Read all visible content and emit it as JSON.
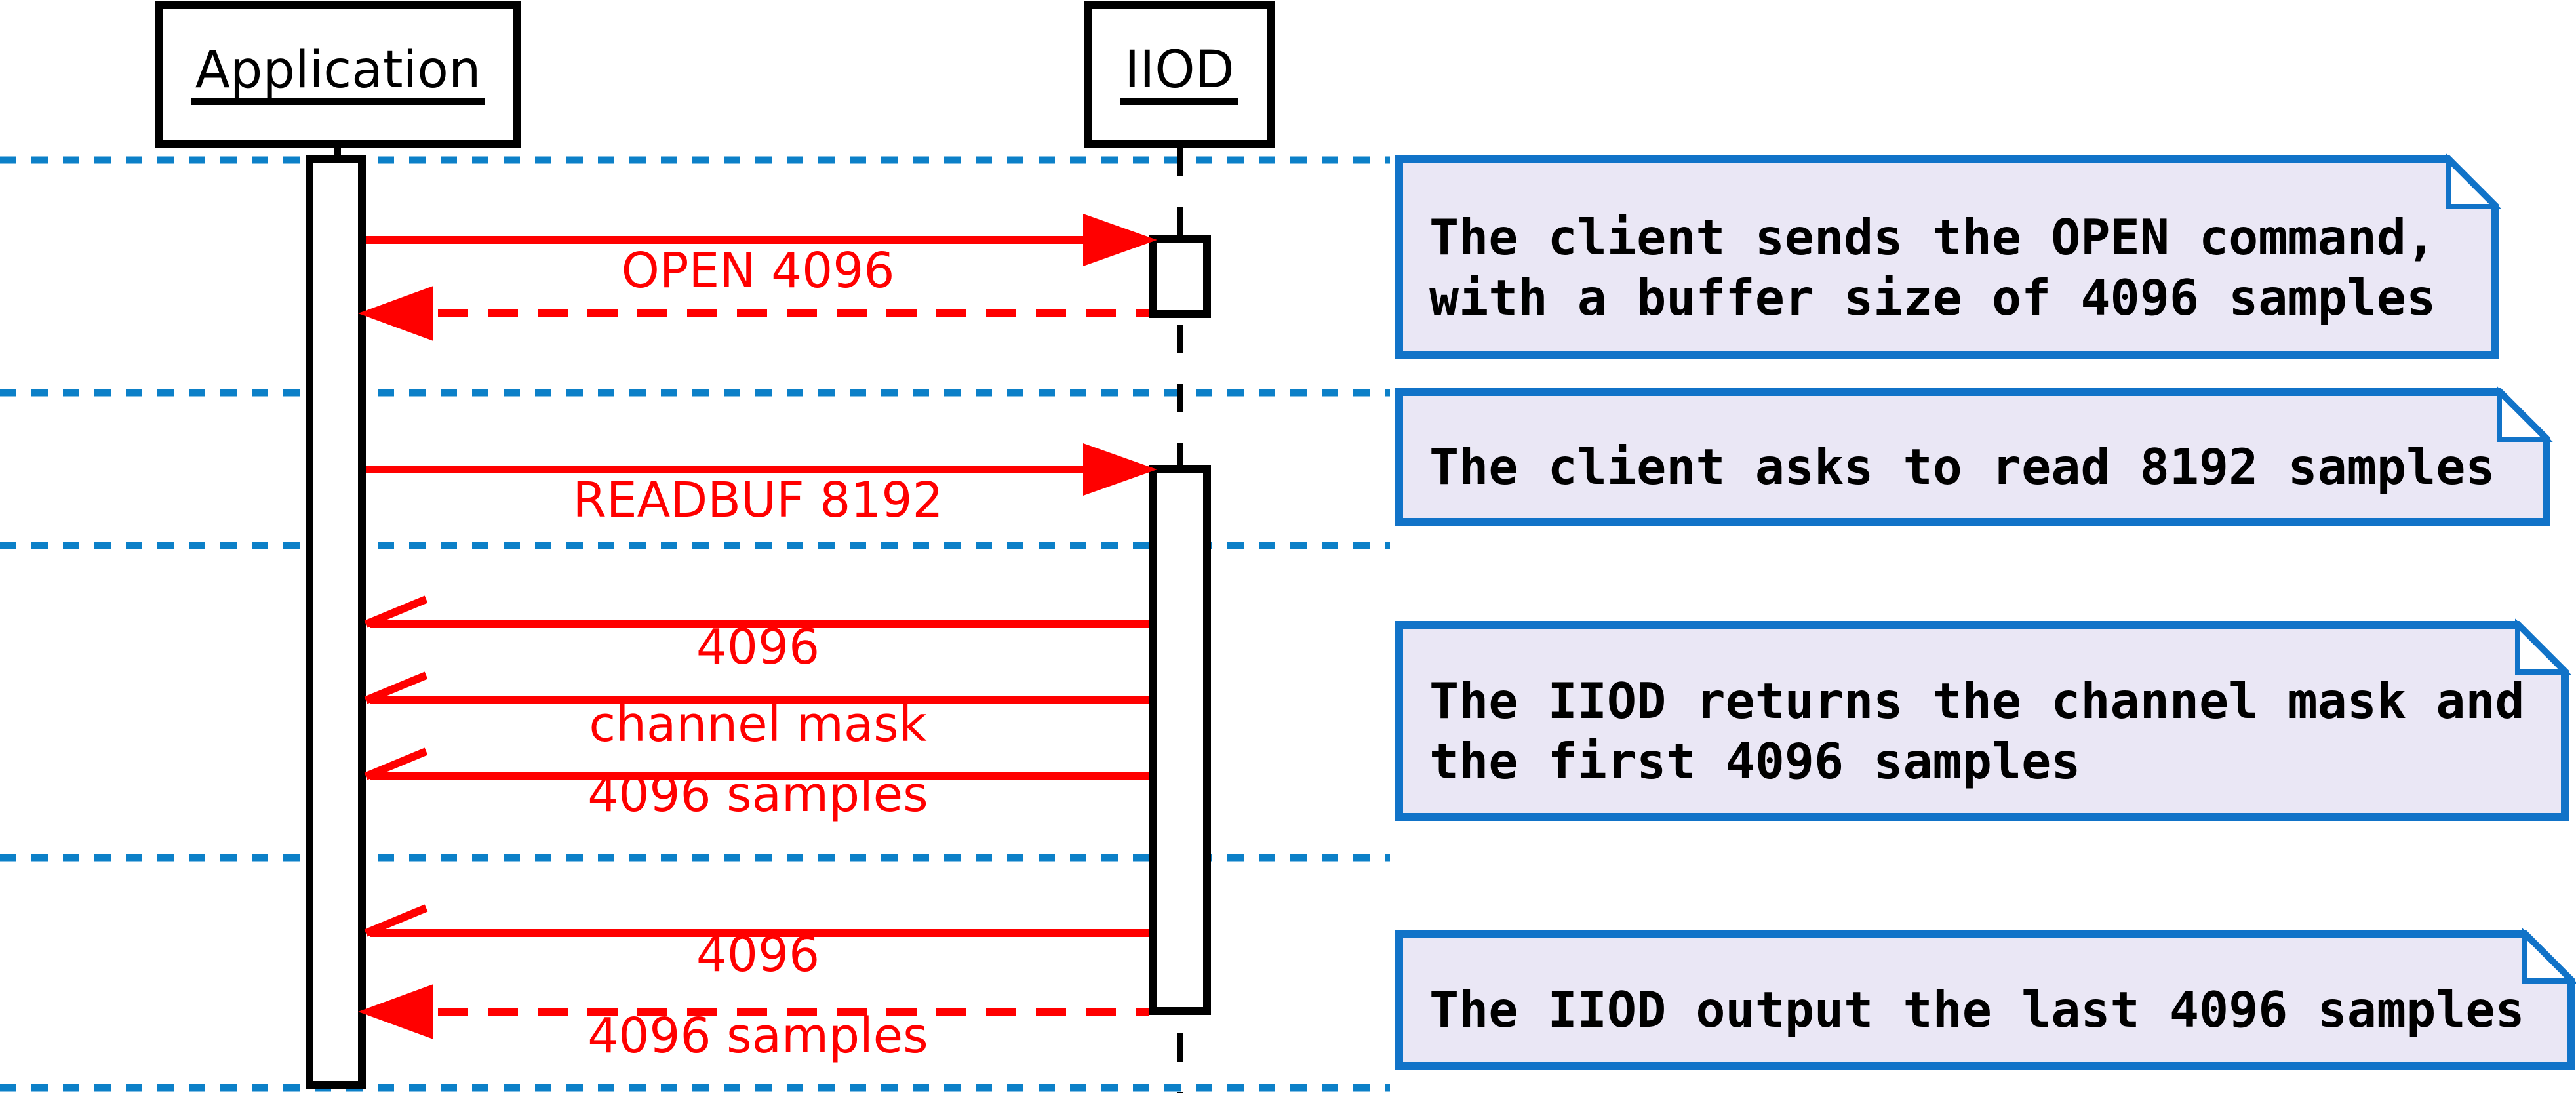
{
  "actors": {
    "left": "Application",
    "right": "IIOD"
  },
  "messages": {
    "open": "OPEN 4096",
    "readbuf": "READBUF 8192",
    "reply_count": "4096",
    "reply_mask": "channel mask",
    "reply_samples": "4096 samples",
    "reply_count2": "4096",
    "reply_samples2": "4096 samples"
  },
  "notes": [
    {
      "line1": "The client sends the OPEN command,",
      "line2": "with a buffer size of 4096 samples"
    },
    {
      "line1": "The client asks to read 8192 samples"
    },
    {
      "line1": "The IIOD returns the channel mask and",
      "line2": "the first 4096 samples"
    },
    {
      "line1": "The IIOD output the last 4096 samples"
    }
  ],
  "colors": {
    "message_red": "#ff0000",
    "separator_blue": "#0c80c8",
    "note_border_blue": "#1173c8",
    "note_background": "#eae7f5",
    "line_black": "#000000",
    "background": "#ffffff"
  }
}
